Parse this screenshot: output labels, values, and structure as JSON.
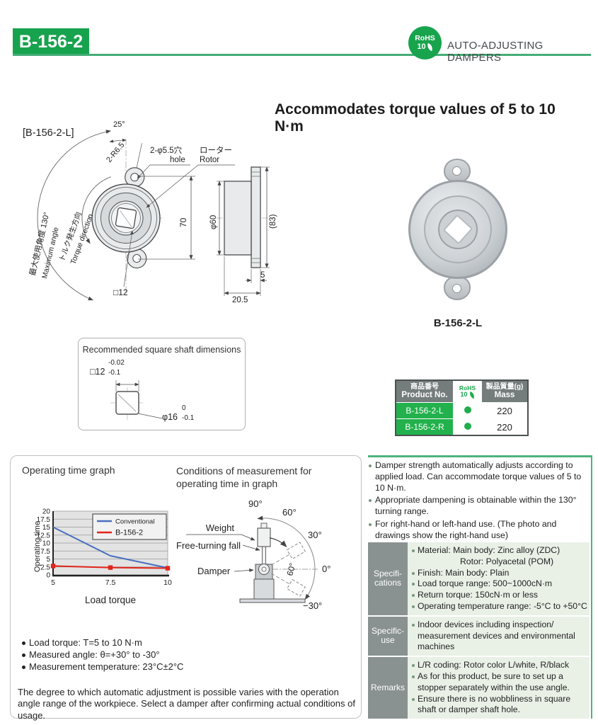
{
  "header": {
    "product_code": "B-156-2",
    "category": "AUTO-ADJUSTING DAMPERS",
    "rohs_line1": "RoHS",
    "rohs_line2": "10",
    "headline": "Accommodates torque values of 5 to 10 N·m"
  },
  "drawing": {
    "variant_label": "[B-156-2-L]",
    "angle25": "25°",
    "radius_label": "2-R6.5",
    "hole_jp": "2-φ5.5穴",
    "hole_en": "hole",
    "rotor_jp": "ローター",
    "rotor_en": "Rotor",
    "max_angle_jp": "最大使用角度 130°",
    "max_angle_en": "Maximum angle",
    "torque_dir_jp": "トルク発生方向",
    "torque_dir_en": "Torque direction",
    "dim_70": "70",
    "dim_sq12": "□12",
    "dim_d60": "φ60",
    "dim_83": "(83)",
    "dim_5": "5",
    "dim_205": "20.5"
  },
  "photo": {
    "caption": "B-156-2-L"
  },
  "product_table": {
    "col1_jp": "商品番号",
    "col1_en": "Product No.",
    "rohs_label": "RoHS",
    "rohs_num": "10",
    "col3_jp": "製品質量(g)",
    "col3_en": "Mass",
    "rows": [
      {
        "product": "B-156-2-L",
        "rohs": true,
        "mass": "220"
      },
      {
        "product": "B-156-2-R",
        "rohs": true,
        "mass": "220"
      }
    ]
  },
  "shaft_box": {
    "title": "Recommended square shaft dimensions",
    "sq_base": "□12",
    "sq_tol_upper": "-0.02",
    "sq_tol_lower": "-0.1",
    "dia_base": "φ16",
    "dia_tol_upper": "0",
    "dia_tol_lower": "-0.1"
  },
  "graph_section": {
    "title": "Operating time graph"
  },
  "chart_data": {
    "type": "line",
    "title": "Operating time graph",
    "xlabel": "Load torque",
    "ylabel": "Operating time",
    "x": [
      5,
      7.5,
      10
    ],
    "series": [
      {
        "name": "Conventional",
        "color": "#4a6fc0",
        "values": [
          15,
          6,
          2.2
        ],
        "markers": false
      },
      {
        "name": "B-156-2",
        "color": "#e1251b",
        "values": [
          2.8,
          2.3,
          2.1
        ],
        "markers": true
      }
    ],
    "xlim": [
      5,
      10
    ],
    "ylim": [
      0,
      20
    ],
    "yticks": [
      0,
      2.5,
      5,
      7.5,
      10,
      12.5,
      15,
      17.5,
      20
    ],
    "xticks": [
      5,
      7.5,
      10
    ],
    "grid": true,
    "legend_position": "upper right"
  },
  "conditions": {
    "title_line1": "Conditions of measurement for",
    "title_line2": "operating time in graph",
    "labels": {
      "weight": "Weight",
      "fall": "Free-turning fall",
      "damper": "Damper"
    },
    "angles": [
      "90°",
      "60°",
      "30°",
      "0°",
      "−30°"
    ],
    "inner_angle": "60°"
  },
  "measure_notes": [
    "Load torque: T=5 to 10 N·m",
    "Measured angle: θ=+30° to -30°",
    "Measurement temperature: 23°C±2°C"
  ],
  "footnote": "The degree to which automatic adjustment is possible varies with the operation angle range of the workpiece. Select a damper after confirming actual conditions of usage.",
  "features": [
    "Damper strength automatically adjusts according to applied load. Can accommodate torque values of 5 to 10 N·m.",
    "Appropriate dampening is obtainable within the 130° turning range.",
    "For right-hand or left-hand use. (The photo and drawings show the right-hand use)"
  ],
  "spec_table": {
    "sections": [
      {
        "label1": "Specifi-",
        "label2": "cations",
        "items": [
          {
            "bullet": true,
            "text": "Material: Main body: Zinc alloy (ZDC)"
          },
          {
            "bullet": false,
            "text": "Rotor: Polyacetal (POM)"
          },
          {
            "bullet": true,
            "text": "Finish: Main body: Plain"
          },
          {
            "bullet": true,
            "text": "Load torque range: 500~1000cN·m"
          },
          {
            "bullet": true,
            "text": "Return torque: 150cN·m or less"
          },
          {
            "bullet": true,
            "text": "Operating temperature range: -5°C to +50°C"
          }
        ]
      },
      {
        "label1": "Specific-",
        "label2": "use",
        "items": [
          {
            "bullet": true,
            "text": "Indoor devices including inspection/ measurement devices and environmental machines"
          }
        ]
      },
      {
        "label1": "Remarks",
        "label2": "",
        "items": [
          {
            "bullet": true,
            "text": "L/R coding: Rotor color  L/white, R/black"
          },
          {
            "bullet": true,
            "text": "As for this product, be sure to set up a stopper separately within the use angle."
          },
          {
            "bullet": true,
            "text": "Ensure there is no wobbliness in square shaft or damper shaft hole."
          }
        ]
      }
    ]
  },
  "colors": {
    "accent_green": "#17a34d",
    "table_row_green": "#22b14c",
    "header_gray": "#757c7c",
    "spec_label_gray": "#8a9191",
    "spec_content_bg": "#e9f1e7",
    "chart_blue": "#4a6fc0",
    "chart_red": "#e1251b"
  }
}
